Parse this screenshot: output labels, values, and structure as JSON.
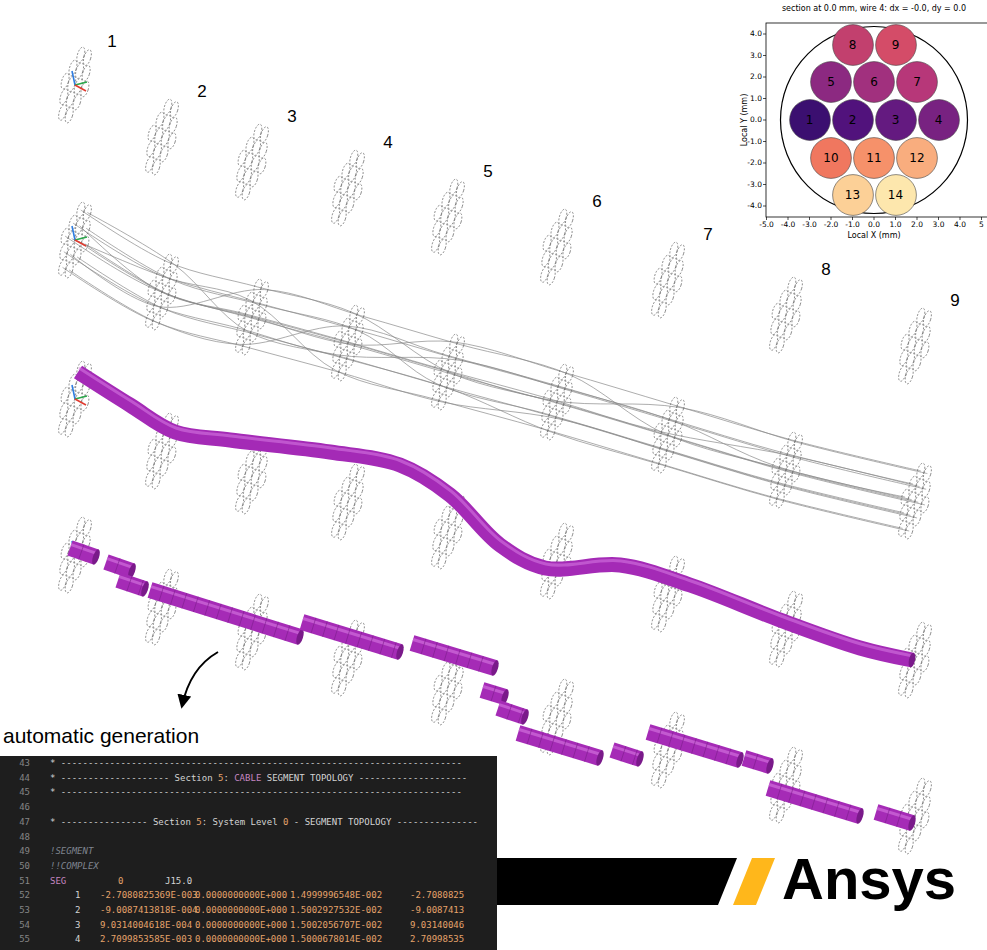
{
  "diagram": {
    "nodes": [
      {
        "text": [
          "8"
        ]
      },
      {
        "text": [
          "9"
        ]
      },
      {
        "text": [
          "5"
        ]
      },
      {
        "text": [
          "6"
        ]
      },
      {
        "text": [
          "7"
        ]
      },
      {
        "text": [
          "1"
        ]
      },
      {
        "text": [
          "2"
        ]
      },
      {
        "text": [
          "3"
        ]
      },
      {
        "text": [
          "4"
        ]
      },
      {
        "text": [
          "10"
        ]
      },
      {
        "text": [
          "11"
        ]
      },
      {
        "text": [
          "12"
        ]
      },
      {
        "text": [
          "13"
        ]
      },
      {
        "text": [
          "14"
        ]
      }
    ],
    "labels": [
      "1",
      "2",
      "3",
      "4",
      "5",
      "6",
      "7",
      "8",
      "9",
      "section at 0.0 mm, wire 4: dx = -0.0, dy = 0.0",
      "4.0",
      "3.0",
      "2.0",
      "1.0",
      "0.0",
      "-1.0",
      "-2.0",
      "-3.0",
      "-4.0",
      "-5.0",
      "-4.0",
      "-3.0",
      "-2.0",
      "-1.0",
      "0.0",
      "1.0",
      "2.0",
      "3.0",
      "4.0",
      "5",
      "Local Y (mm)",
      "Local X (mm)",
      "automatic generation",
      "43",
      "44",
      "45",
      "46",
      "47",
      "48",
      "49",
      "50",
      "51",
      "52",
      "53",
      "54",
      "55",
      "* --------------------------------------------------------------------------",
      "* -------------------- Section",
      "5",
      ":",
      "CABLE",
      "SEGMENT TOPOLOGY --------------------",
      "* --------------------------------------------------------------------------",
      "* ---------------- Section",
      "5",
      ": System Level",
      "0",
      "- SEGMENT TOPOLOGY ---------------",
      "!SEGMENT",
      "!!COMPLEX",
      "SEG",
      "0",
      "J15.0",
      "1",
      "-2.7080825369E-003",
      "0.0000000000E+000",
      "1.4999996548E-002",
      "-2.7080825",
      "2",
      "-9.0087413818E-004",
      "0.0000000000E+000",
      "1.5002927532E-002",
      "-9.0087413",
      "3",
      "9.0314004618E-004",
      "0.0000000000E+000",
      "1.5002056707E-002",
      "9.03140046",
      "4",
      "2.7099853585E-003",
      "0.0000000000E+000",
      "1.5000678014E-002",
      "2.70998535",
      "Ansys"
    ]
  }
}
